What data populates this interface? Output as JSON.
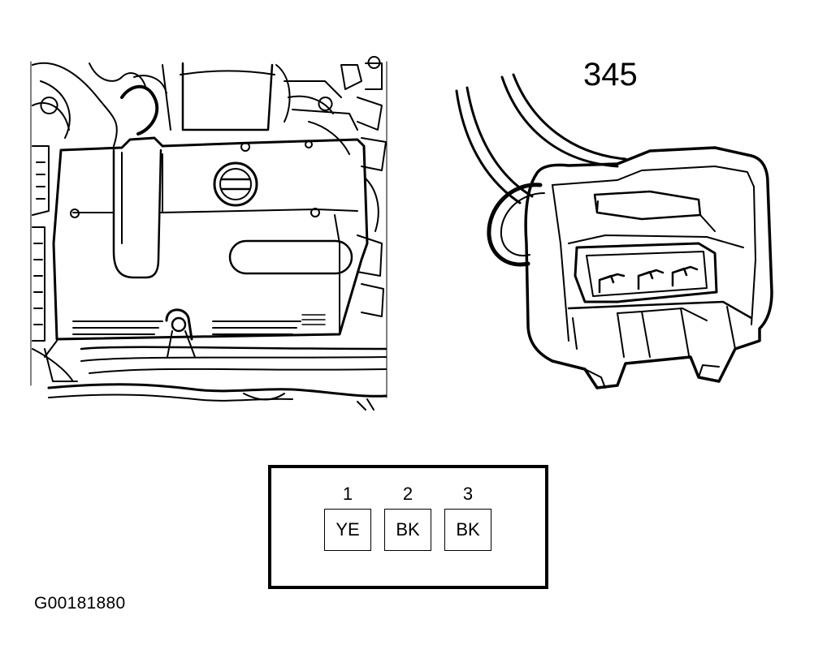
{
  "connector": {
    "number": "345"
  },
  "pinout": {
    "pins": [
      {
        "number": "1",
        "color": "YE"
      },
      {
        "number": "2",
        "color": "BK"
      },
      {
        "number": "3",
        "color": "BK"
      }
    ]
  },
  "figure": {
    "id": "G00181880"
  }
}
